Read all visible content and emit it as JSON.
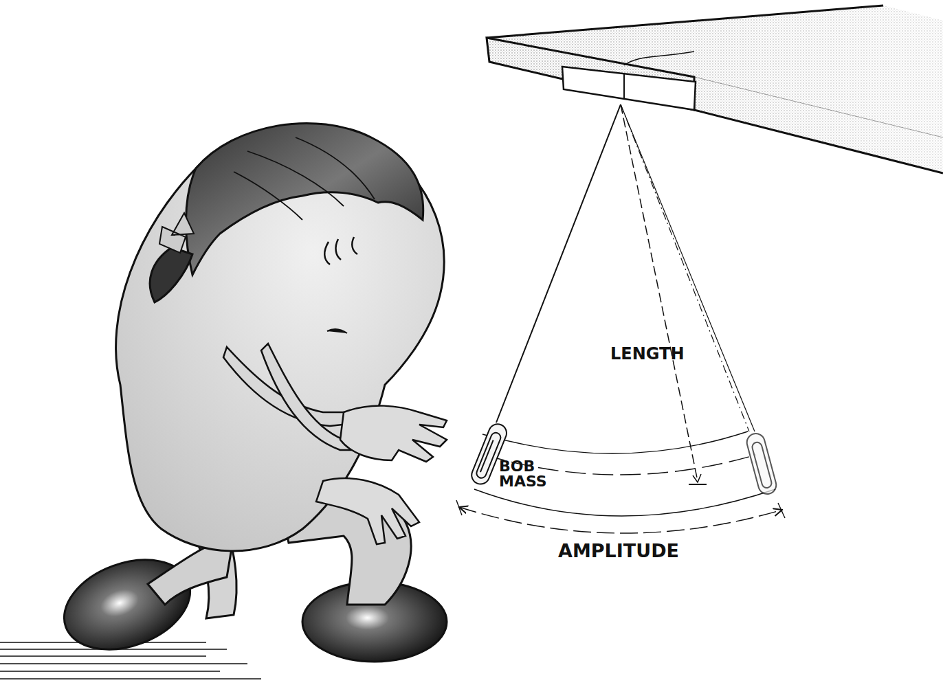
{
  "diagram": {
    "labels": [
      "LENGTH",
      "BOB MASS",
      "AMPLITUDE"
    ]
  }
}
